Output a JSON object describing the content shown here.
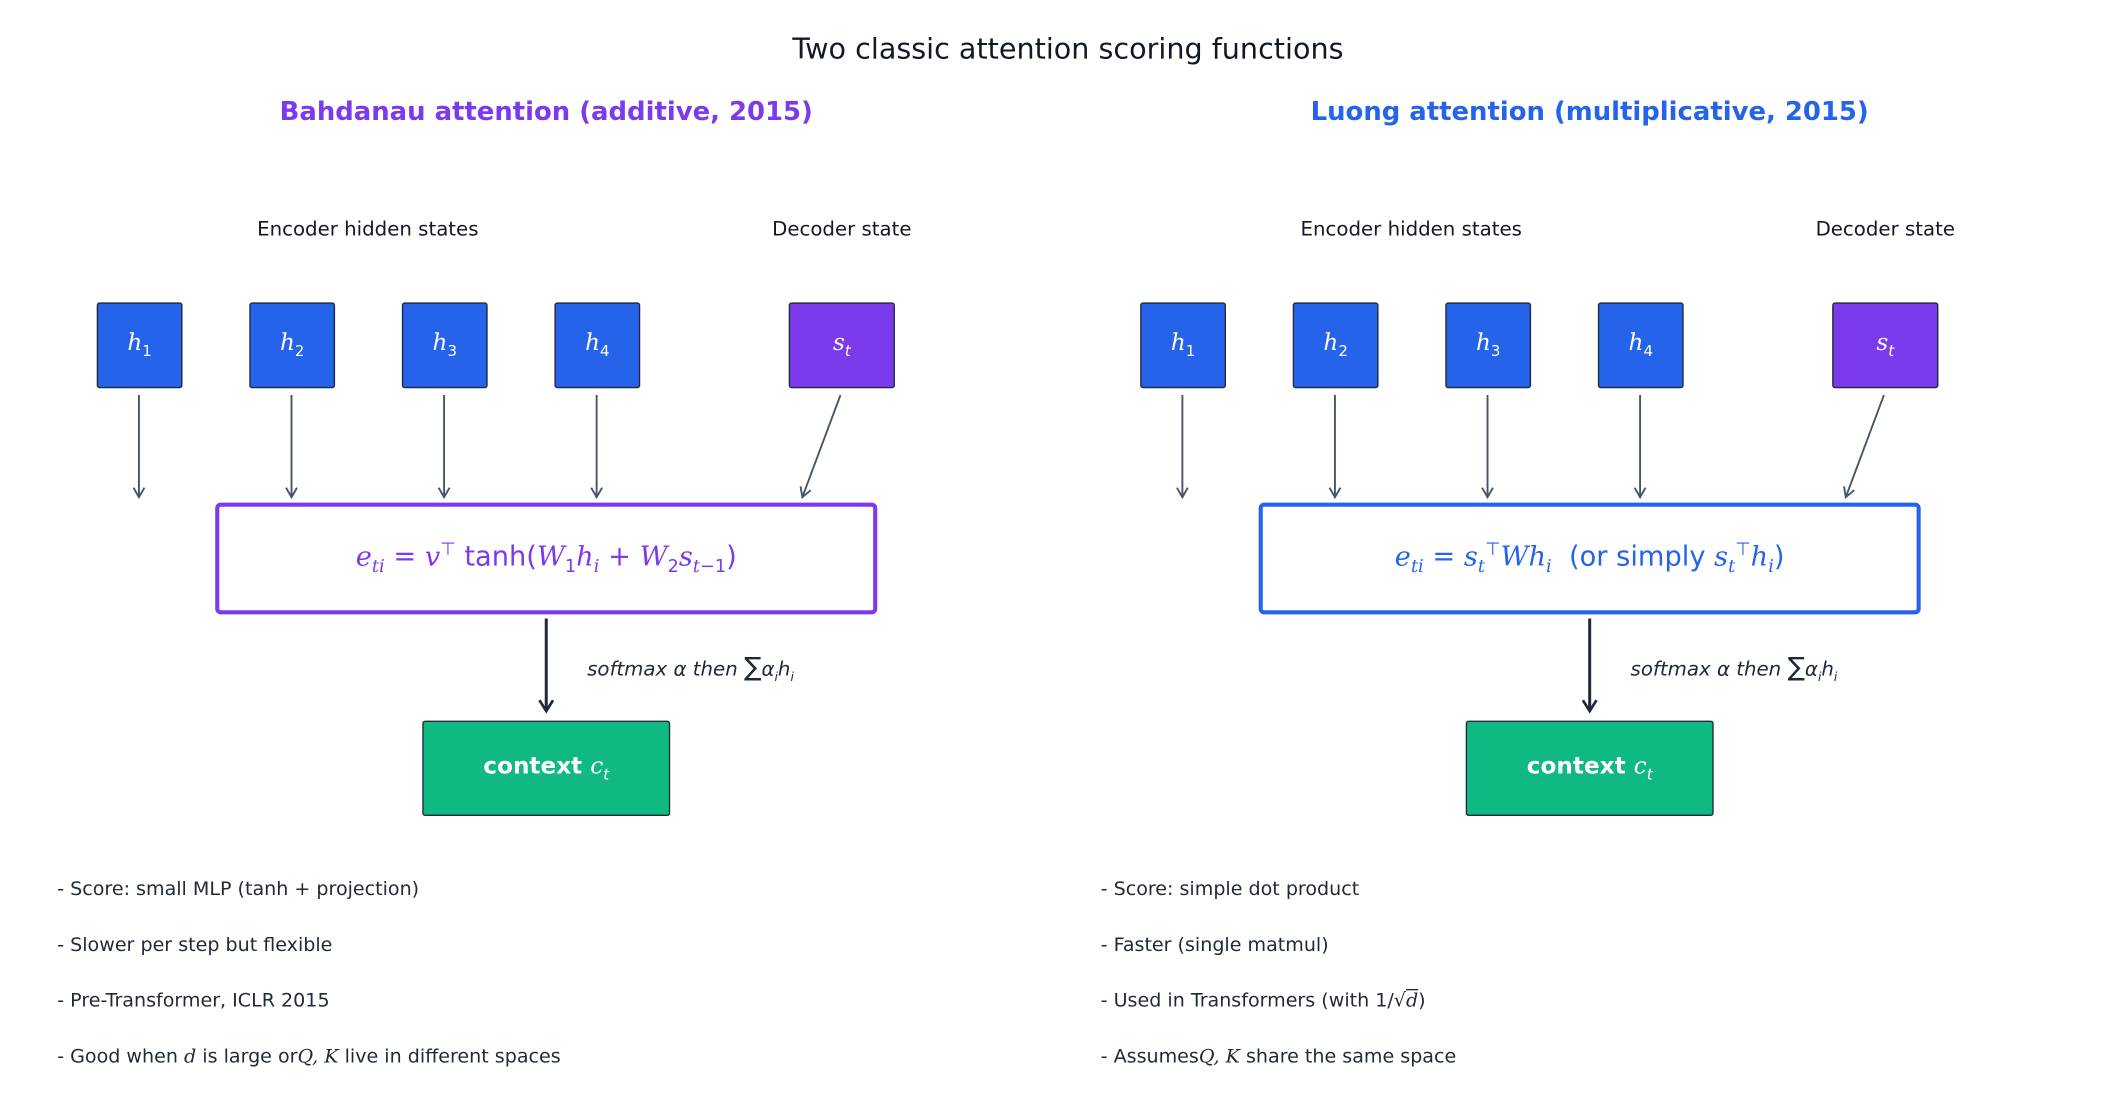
{
  "title": "Two classic attention scoring functions",
  "colors": {
    "bahdanau": "#7c3aed",
    "luong": "#2563eb",
    "encoder_box": "#2563eb",
    "decoder_box": "#7c3aed",
    "context_box": "#10b981",
    "arrow": "#475569"
  },
  "left": {
    "heading": "Bahdanau attention (additive, 2015)",
    "encoder_label": "Encoder hidden states",
    "decoder_label": "Decoder state",
    "encoder_tokens": [
      "h₁",
      "h₂",
      "h₃",
      "h₄"
    ],
    "decoder_token": "sₜ",
    "formula": "e_ti = v^⊤ tanh(W₁hᵢ + W₂s_{t−1})",
    "note": "softmax α then ∑αᵢhᵢ",
    "context": "context cₜ",
    "bullets": [
      "- Score: small MLP (tanh + projection)",
      "- Slower per step but flexible",
      "- Pre-Transformer, ICLR 2015",
      "- Good when d is large or Q, K live in different spaces"
    ]
  },
  "right": {
    "heading": "Luong attention (multiplicative, 2015)",
    "encoder_label": "Encoder hidden states",
    "decoder_label": "Decoder state",
    "encoder_tokens": [
      "h₁",
      "h₂",
      "h₃",
      "h₄"
    ],
    "decoder_token": "sₜ",
    "formula": "e_ti = sₜ^⊤ W hᵢ  (or simply sₜ^⊤ hᵢ)",
    "note": "softmax α then ∑αᵢhᵢ",
    "context": "context cₜ",
    "bullets": [
      "- Score: simple dot product",
      "- Faster (single matmul)",
      "- Used in Transformers (with 1/√d)",
      "- Assumes Q, K share the same space"
    ]
  }
}
